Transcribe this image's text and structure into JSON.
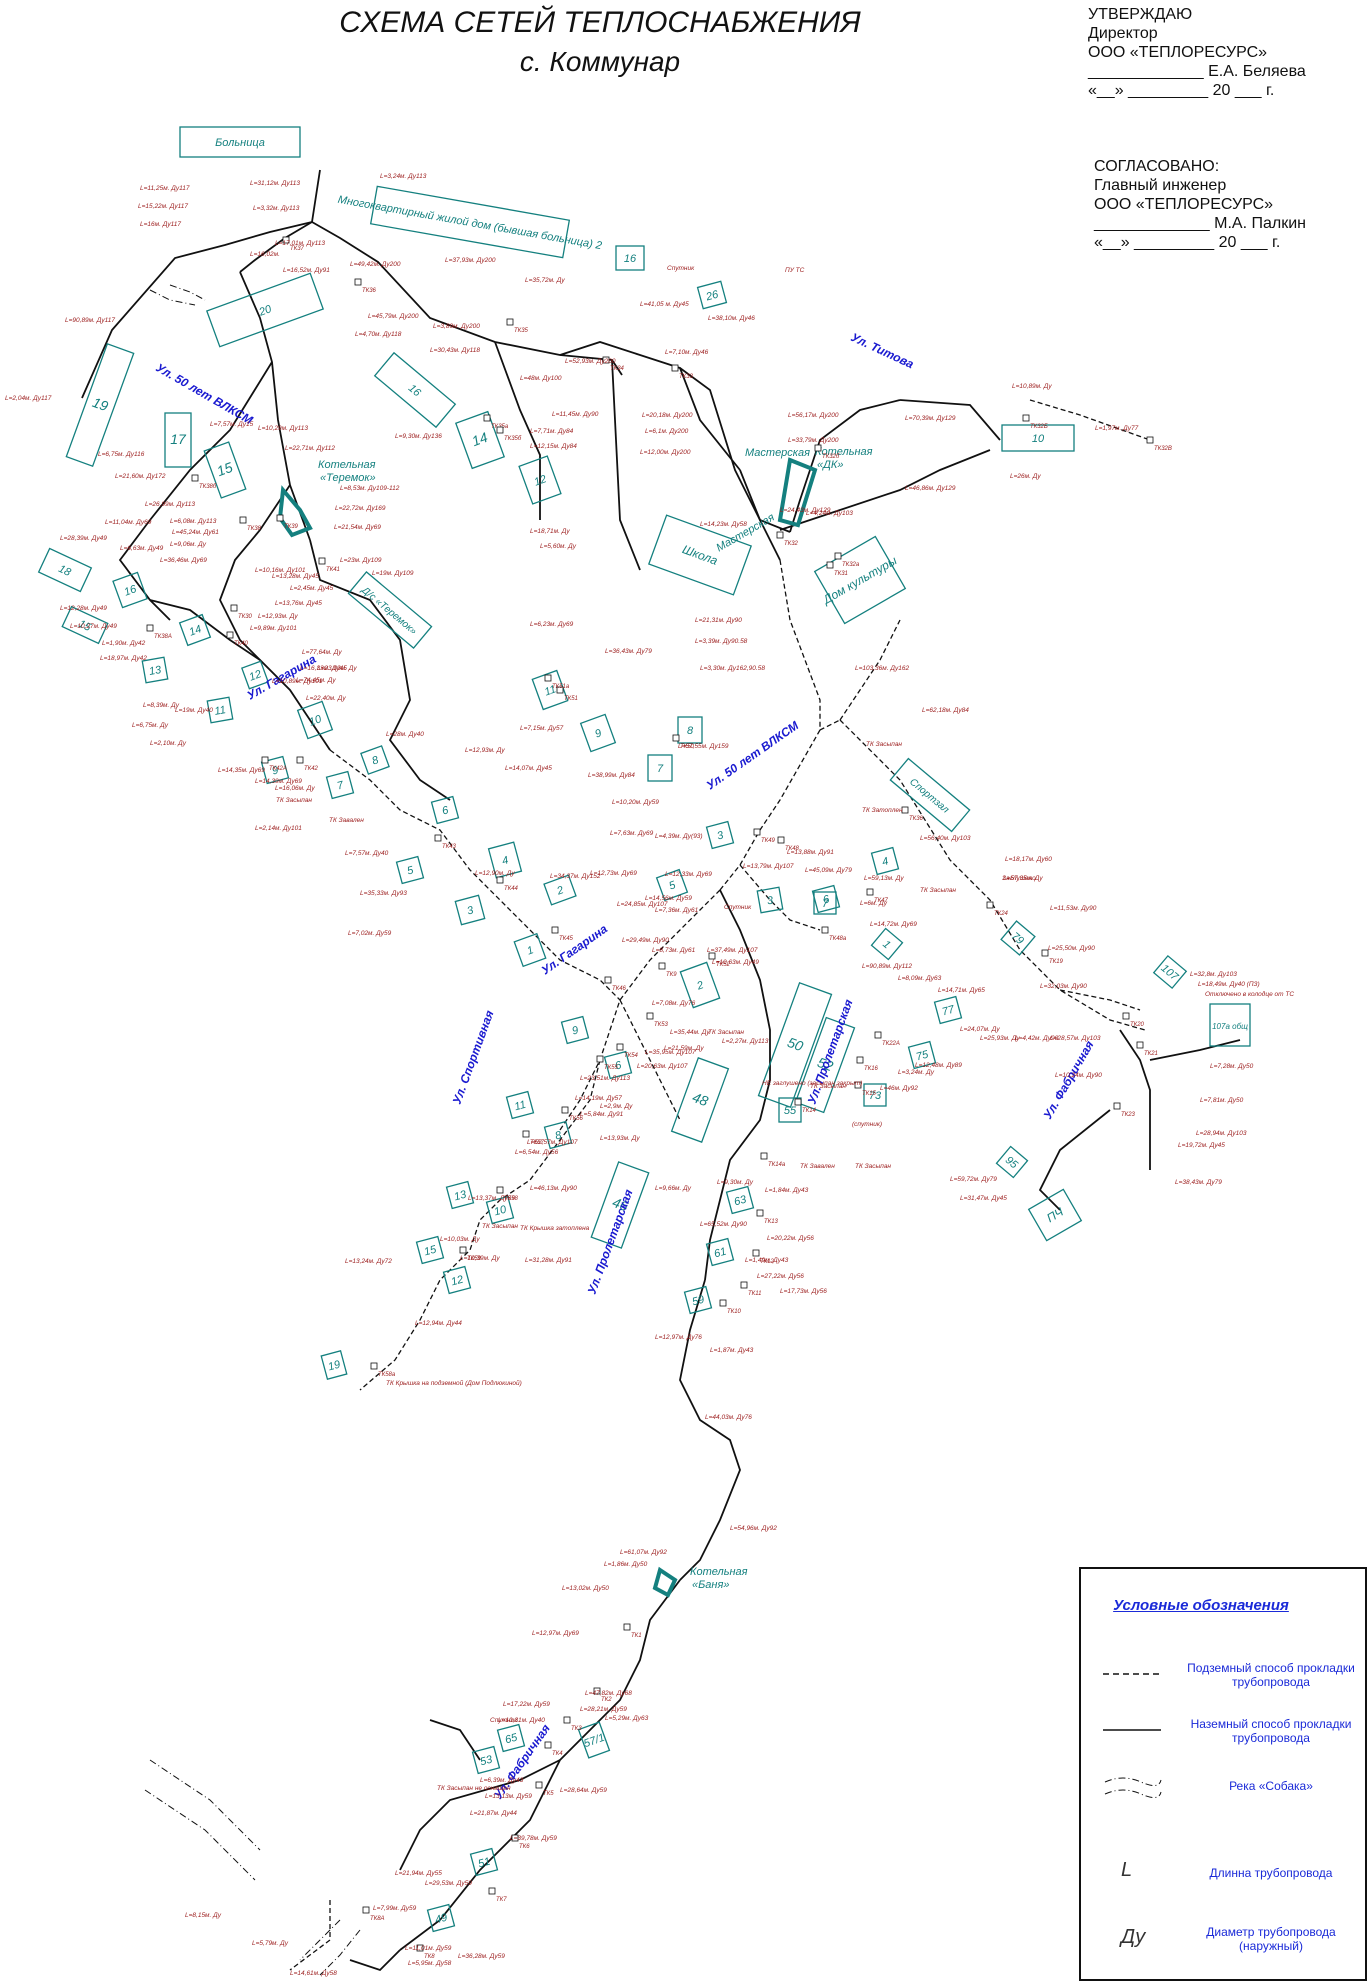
{
  "title": {
    "line1": "СХЕМА СЕТЕЙ ТЕПЛОСНАБЖЕНИЯ",
    "line2": "с. Коммунар"
  },
  "approve": {
    "l1": "УТВЕРЖДАЮ",
    "l2": "Директор",
    "l3": "ООО «ТЕПЛОРЕСУРС»",
    "l4": "_____________ Е.А. Беляева",
    "l5": "«__» _________ 20 ___ г."
  },
  "agree": {
    "l1": "СОГЛАСОВАНО:",
    "l2": "Главный инженер",
    "l3": "ООО «ТЕПЛОРЕСУРС»",
    "l4": "_____________ М.А. Палкин",
    "l5": "«__» _________ 20 ___ г."
  },
  "legend": {
    "title": "Условные обозначения",
    "underground": "Подземный способ прокладки трубопровода",
    "overground": "Наземный способ прокладки трубопровода",
    "river": "Река «Собака»",
    "length_symbol": "L",
    "length": "Длинна трубопровода",
    "diameter_symbol": "Ду",
    "diameter": "Диаметр трубопровода (наружный)"
  },
  "colors": {
    "pipe": "#111111",
    "building": "#14807f",
    "boiler": "#14807f",
    "street": "#1a1ad0",
    "label": "#9b1b1b",
    "legend_text": "#1a2ad8"
  },
  "streets": [
    "Ул. 50 лет ВЛКСМ",
    "Ул. Гагарина",
    "Ул. Титова",
    "Ул. 50 лет ВЛКСМ",
    "Ул. Гагарина",
    "Ул. Спортивная",
    "Ул. Пролетарская",
    "Ул. Фабричная",
    "Ул. Пролетарская",
    "Ул. Фабричная"
  ],
  "boilers": [
    {
      "label": "Котельная «Теремок»"
    },
    {
      "label": "Котельная «ДК»"
    },
    {
      "label": "Котельная «Баня»"
    }
  ],
  "named_buildings": {
    "hospital": "Больница",
    "apartment": "Многоквартирный жилой дом (бывшая больница) 2",
    "school": "Школа",
    "workshop": "Мастерская",
    "culture": "Дом культуры",
    "kindergarten": "Д/с «Теремок»",
    "sportzal": "Спортзал",
    "pch": "ПЧ",
    "b107a": "107а общ"
  },
  "buildings": [
    "20",
    "16",
    "14",
    "12",
    "16",
    "26",
    "10",
    "14",
    "19",
    "17",
    "15",
    "18",
    "16",
    "15",
    "14",
    "13",
    "12",
    "11",
    "10",
    "9",
    "8",
    "7",
    "11",
    "9",
    "8",
    "7",
    "6",
    "5",
    "4",
    "3",
    "2",
    "1",
    "3",
    "5",
    "6",
    "4",
    "3",
    "2",
    "7",
    "5",
    "4",
    "9",
    "6",
    "11",
    "8",
    "13",
    "10",
    "15",
    "12",
    "19",
    "1",
    "50",
    "52",
    "48",
    "55",
    "73",
    "75",
    "77",
    "79",
    "107",
    "95",
    "46",
    "63",
    "61",
    "59",
    "53",
    "65",
    "57/1",
    "51",
    "49"
  ],
  "tk_labels": [
    "ТК37",
    "ТК36",
    "ТК35",
    "ТК34",
    "ТК33",
    "ТК35а",
    "ТК35б",
    "ТК38",
    "ТК38б",
    "ТК39",
    "ТК41",
    "ТК30",
    "ТК38А",
    "ТК40",
    "ТК42",
    "ТК42А",
    "ТК43",
    "ТК44",
    "ТК45",
    "ТК46",
    "ТК51",
    "ТК51а",
    "ТК50",
    "ТК49",
    "ТК48",
    "ТК47",
    "ТК48а",
    "ТК31",
    "ТК32а",
    "ТК32",
    "ТК32б",
    "ТК32Б",
    "ТК32В",
    "ТК36",
    "ТК24",
    "ТК19",
    "ТК20",
    "ТК21",
    "ТК23",
    "ТК22А",
    "ТК16",
    "ТК15",
    "ТК14",
    "ТК14а",
    "ТК13",
    "ТК12",
    "ТК11",
    "ТК10",
    "ТК9",
    "ТК52",
    "ТК53",
    "ТК54",
    "ТК55",
    "ТК56",
    "ТК57",
    "ТК58",
    "ТК59",
    "ТК58а",
    "ТК1",
    "ТК2",
    "ТК3",
    "ТК4",
    "ТК5",
    "ТК6",
    "ТК7",
    "ТК8",
    "ТК8А"
  ],
  "notes": [
    "ТК Затоплен",
    "ТК Завален",
    "ТК Засыпан",
    "ТК Засыпан",
    "ТК Засыпан",
    "Заглушено",
    "ТК Крышка на подземной (Дом Подлюкиной)",
    "ТК Крышка затоплена",
    "НЕ заглушено (засыпан закрыт)",
    "ТК Завален",
    "ТК Засыпан",
    "ТК Засыпан",
    "Отключено в колодце от ТС",
    "ПУ ТС",
    "Спутник",
    "(спутник)",
    "ТК Засыпан",
    "Спутник",
    "ТК Засыпан не оснащен",
    "Спутник",
    "ТК Засыпан"
  ],
  "pipe_labels": [
    "L=31,12м. Ду113",
    "L=3,24м. Ду113",
    "L=11,25м. Ду117",
    "L=15,22м. Ду117",
    "L=3,32м. Ду113",
    "L=16м. Ду117",
    "L=17,01м. Ду113",
    "L=16,02м.",
    "L=16,52м. Ду91",
    "L=49,42м. Ду200",
    "L=90,89м. Ду117",
    "L=2,04м. Ду117",
    "L=37,93м. Ду200",
    "L=35,72м. Ду",
    "L=45,79м. Ду200",
    "L=3,89м. Ду200",
    "L=41,05 м. Ду45",
    "L=38,10м. Ду46",
    "L=52,93м. Ду200",
    "L=4,70м. Ду118",
    "L=30,43м. Ду118",
    "L=48м. Ду100",
    "L=7,10м. Ду46",
    "L=11,45м. Ду90",
    "L=7,71м. Ду84",
    "L=12,15м. Ду84",
    "L=9,30м. Ду136",
    "L=7,57м. Ду15",
    "L=10,29м. Ду113",
    "L=22,71м. Ду112",
    "L=6,75м. Ду116",
    "L=21,60м. Ду172",
    "L=26,99м. Ду113",
    "L=8,53м. Ду109-112",
    "L=6,08м. Ду113",
    "L=22,72м. Ду169",
    "L=45,24м. Ду61",
    "L=21,54м. Ду69",
    "L=9,06м. Ду",
    "L=36,46м. Ду69",
    "L=23м. Ду109",
    "L=10,16м. Ду101",
    "L=19м. Ду109",
    "L=11,04м. Ду69",
    "L=28,39м. Ду49",
    "L=6,63м. Ду49",
    "L=12,28м. Ду49",
    "L=10,27м. Ду49",
    "L=1,90м. Ду42",
    "L=18,97м. Ду42",
    "L=6,75м. Ду",
    "L=2,10м. Ду",
    "L=18,71м. Ду",
    "L=5,60м. Ду",
    "L=20,18м. Ду200",
    "L=6,1м. Ду200",
    "L=12,00м. Ду200",
    "L=56,17м. Ду200",
    "L=33,79м. Ду200",
    "L=24,43м. Ду129",
    "L=14,23м. Ду58",
    "L=4,24м. Ду103",
    "L=70,39м. Ду129",
    "L=46,86м. Ду129",
    "L=10,89м. Ду",
    "L=1,97м. Ду77",
    "L=26м. Ду",
    "L=21,31м. Ду90",
    "L=3,39м. Ду90.58",
    "L=3,30м. Ду162,90.58",
    "L=103,36м. Ду162",
    "L=6,23м. Ду69",
    "L=36,43м. Ду79",
    "L=7,15м. Ду57",
    "L=38,99м. Ду84",
    "L=7,63м. Ду69",
    "L=57,55м. Ду159",
    "L=10,20м. Ду59",
    "L=62,18м. Ду84",
    "L=56,40м. Ду103",
    "L=4,39м. Ду(93)",
    "L=13,88м. Ду91",
    "L=13,79м. Ду107",
    "L=45,09м. Ду79",
    "L=59,13м. Ду",
    "L=6м. Ду",
    "L=14,72м. Ду69",
    "L=18,17м. Ду60",
    "L=57,35м. Ду",
    "L=11,53м. Ду90",
    "L=25,50м. Ду90",
    "L=32,03м. Ду90",
    "L=4,42м. Ду90",
    "L=28,57м. Ду103",
    "L=10,24м. Ду90",
    "L=32,8м. Ду103",
    "L=18,49м. Ду40 (ПЗ)",
    "L=7,28м. Ду50",
    "L=7,81м. Ду50",
    "L=28,94м. Ду103",
    "L=19,72м. Ду45",
    "L=38,43м. Ду79",
    "L=59,72м. Ду79",
    "L=31,47м. Ду45",
    "L=16,33м. Ду45",
    "L=12,93м. Ду",
    "L=14,07м. Ду45",
    "L=7,57м. Ду40",
    "L=34,37м. Ду152",
    "L=12,90м. Ду",
    "L=35,33м. Ду93",
    "L=7,02м. Ду59",
    "L=12,73м. Ду69",
    "L=12,33м. Ду69",
    "L=14,56м. Ду59",
    "L=24,85м. Ду107",
    "L=7,36м. Ду61",
    "L=29,49м. Ду90",
    "L=8,73м. Ду61",
    "L=37,49м. Ду107",
    "L=10,63м. Ду49",
    "L=7,08м. Ду76",
    "L=35,95м. Ду107",
    "L=20,63м. Ду107",
    "L=14,19м. Ду57",
    "L=5,84м. Ду91",
    "L=52,57м. Ду107",
    "L=6,54м. Ду56",
    "L=13,37м. Ду59",
    "L=46,13м. Ду90",
    "L=10,03м. Ду",
    "L=10,39м. Ду",
    "L=31,28м. Ду91",
    "L=13,24м. Ду72",
    "L=12,94м. Ду44",
    "L=90,89м. Ду112",
    "L=8,09м. Ду63",
    "L=14,71м. Ду65",
    "L=24,07м. Ду",
    "L=25,93м. Ду",
    "L=12,48м. Ду89",
    "L=3,24м. Ду",
    "L=46м. Ду92",
    "L=35,44м. Ду",
    "L=2,27м. Ду113",
    "L=23,51м. Ду113",
    "L=2,9м. Ду",
    "L=13,93м. Ду",
    "L=21,59м. Ду",
    "L=9,66м. Ду",
    "L=9,30м. Ду",
    "L=1,84м. Ду43",
    "L=65,52м. Ду90",
    "L=20,22м. Ду56",
    "L=1,49м. Ду43",
    "L=27,22м. Ду56",
    "L=17,73м. Ду56",
    "L=12,97м. Ду76",
    "L=1,87м. Ду43",
    "L=44,03м. Ду76",
    "L=54,96м. Ду92",
    "L=61,07м. Ду92",
    "L=1,86м. Ду50",
    "L=13,02м. Ду50",
    "L=12,97м. Ду69",
    "L=47,82м. Ду68",
    "L=17,22м. Ду59",
    "L=28,21м. Ду59",
    "L=10,31м. Ду40",
    "L=5,29м. Ду63",
    "L=6,39м. Ду43",
    "L=13,13м. Ду59",
    "L=28,64м. Ду59",
    "L=21,87м. Ду44",
    "L=39,78м. Ду59",
    "L=21,94м. Ду55",
    "L=29,53м. Ду59",
    "L=7,99м. Ду59",
    "L=11,01м. Ду59",
    "L=36,28м. Ду59",
    "L=8,15м. Ду",
    "L=5,79м. Ду",
    "L=14,61м. Ду58",
    "L=5,95м. Ду58",
    "L=8,39м. Ду",
    "L=19м. Ду40",
    "L=14,35м. Ду69",
    "L=14,39м. Ду69",
    "L=16,06м. Ду",
    "L=2,14м. Ду101",
    "L=10,89м. Ду101",
    "L=9,89м. Ду101",
    "L=12,93м. Ду",
    "L=13,76м. Ду45",
    "L=2,45м. Ду45",
    "L=13,28м. Ду45",
    "L=77,64м. Ду",
    "L=23,03м. Ду",
    "L=74,45м. Ду",
    "L=22,40м. Ду",
    "L=28м. Ду40"
  ]
}
